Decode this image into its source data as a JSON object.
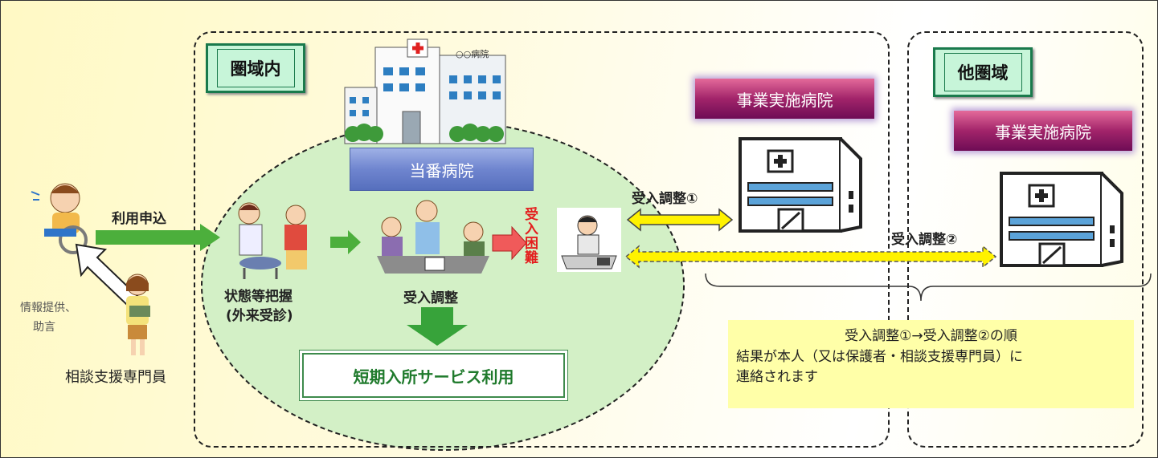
{
  "regions": {
    "inner_label": "圏域内",
    "outer_label": "他圏域"
  },
  "hospitals": {
    "duty_label": "当番病院",
    "duty_sign": "○○病院",
    "impl_label_1": "事業実施病院",
    "impl_label_2": "事業実施病院"
  },
  "flow": {
    "apply_label": "利用申込",
    "assess_line1": "状態等把握",
    "assess_line2": "(外来受診)",
    "coordination_label": "受入調整",
    "difficulty_label": "受入困難",
    "adjust1_label": "受入調整①",
    "adjust2_label": "受入調整②",
    "service_label": "短期入所サービス利用"
  },
  "left": {
    "info_line1": "情報提供、",
    "info_line2": "助言",
    "consultant_label": "相談支援専門員"
  },
  "note": {
    "line1": "受入調整①→受入調整②の順",
    "line2": "結果が本人（又は保護者・相談支援専門員）に",
    "line3": "連絡されます"
  },
  "colors": {
    "green_arrow": "#4caf3c",
    "yellow_arrow": "#fff200",
    "red_arrow": "#f05a5a",
    "ellipse_fill": "#d3f0c6"
  },
  "icons": [
    "wheelchair-person-icon",
    "consultant-woman-icon",
    "doctor-consult-icon",
    "staff-meeting-icon",
    "phone-operator-icon",
    "hospital-building-icon",
    "hospital-cross-building-icon"
  ]
}
